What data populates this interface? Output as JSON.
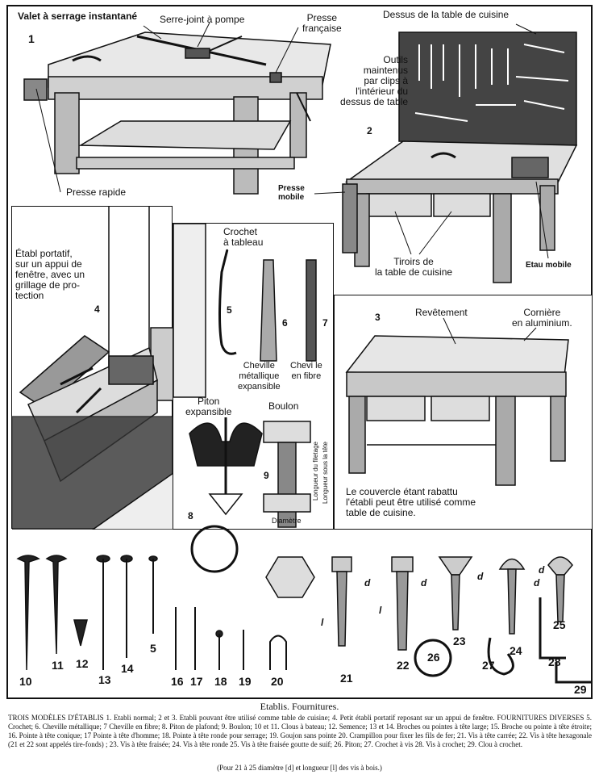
{
  "panel1": {
    "number": "1",
    "label_valet": "Valet à serrage instantané",
    "label_serre_joint": "Serre-joint à pompe",
    "label_presse_francaise": "Presse\nfrançaise",
    "label_presse_rapide": "Presse rapide"
  },
  "panel2": {
    "number": "2",
    "label_dessus": "Dessus de la table de cuisine",
    "label_outils": "Outils\nmaintenus\npar clips à\nl'intérieur du\ndessus de table",
    "label_presse_mobile": "Presse\nmobile",
    "label_tiroirs": "Tiroirs de\nla table de cuisine",
    "label_etau": "Etau mobile"
  },
  "panel3": {
    "number": "3",
    "label_revetement": "Revêtement",
    "label_corniere": "Cornière\nen aluminium.",
    "label_couvercle": "Le couvercle étant rabattu\nl'établi peut être utilisé comme\ntable de cuisine."
  },
  "panel4": {
    "number": "4",
    "label_portatif": "Établ portatif,\nsur un appui de\nfenêtre, avec un\ngrillage de pro-\ntection"
  },
  "hardware": {
    "label_crochet": "Crochet\nà tableau",
    "label_cheville_met": "Cheville\nmétallique\nexpansible",
    "label_cheville_fibre": "Chevi le\nen fibre",
    "label_piton": "Piton\nexpansible",
    "label_boulon": "Boulon",
    "label_longueur_filetage": "Longueur du filetage",
    "label_longueur_tete": "Longueur sous la tête",
    "label_diametre": "Diamètre",
    "n5": "5",
    "n6": "6",
    "n7": "7",
    "n8": "8",
    "n9": "9"
  },
  "bottom": {
    "nails": [
      "10",
      "11",
      "12",
      "13",
      "14",
      "5",
      "16",
      "17",
      "18",
      "19",
      "20"
    ],
    "screws": [
      "21",
      "22",
      "23",
      "24",
      "25",
      "26",
      "27",
      "28",
      "29"
    ],
    "dim_d": "d",
    "dim_l": "l"
  },
  "caption": {
    "title": "Etablis. Fournitures.",
    "body": "TROIS MODÈLES D'ÉTABLIS   1. Etabli normal; 2 et 3. Etabli pouvant être utilisé comme table de cuisine; 4. Petit établi portatif reposant sur un appui de fenêtre. FOURNITURES DIVERSES   5. Crochet; 6. Cheville métallique; 7 Cheville en fibre; 8. Piton de plafond; 9. Boulon; 10 et 11. Clous à bateau; 12. Semence; 13 et 14. Broches ou pointes à tête large; 15. Broche ou pointe à tête étroite; 16. Pointe à tête conique; 17 Pointe à tête d'homme; 18. Pointe à tête ronde pour serrage; 19. Goujon sans pointe  20. Crampillon pour fixer les fils de fer; 21. Vis à tête carrée; 22. Vis à tête hexagonale (21 et 22 sont appelés tire-fonds) ; 23. Vis à tête fraisée; 24. Vis à tête ronde  25. Vis à tête fraisée goutte de suif; 26. Piton; 27. Crochet à vis  28. Vis à crochet; 29. Clou à crochet.",
    "note": "(Pour 21 à 25     diamètre [d]  et  longueur [l]  des vis à bois.)"
  }
}
